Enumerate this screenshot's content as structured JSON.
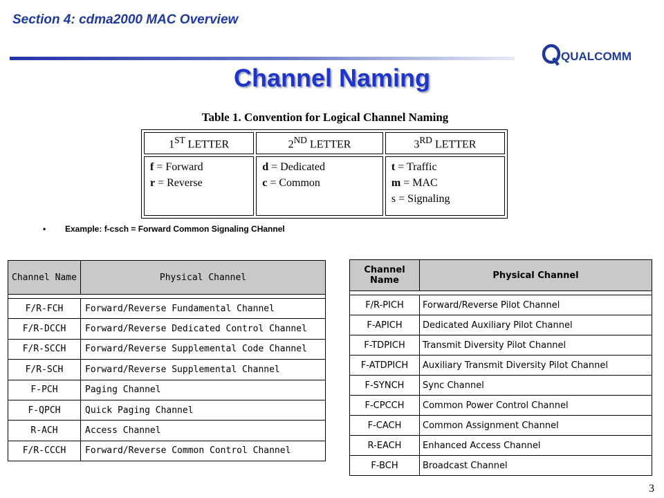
{
  "header": {
    "section_title": "Section 4: cdma2000 MAC Overview",
    "logo_text": "QUALCOMM",
    "brand_color": "#1f3a9a"
  },
  "title": "Channel Naming",
  "table1": {
    "caption": "Table 1.  Convention for Logical Channel Naming",
    "headers": [
      {
        "num": "1",
        "sup": "ST",
        "word": " LETTER"
      },
      {
        "num": "2",
        "sup": "ND",
        "word": " LETTER"
      },
      {
        "num": "3",
        "sup": "RD",
        "word": " LETTER"
      }
    ],
    "col1": [
      {
        "letter": "f",
        "text": " = Forward"
      },
      {
        "letter": "r",
        "text": " = Reverse"
      }
    ],
    "col2": [
      {
        "letter": "d",
        "text": " = Dedicated"
      },
      {
        "letter": "c",
        "text": " = Common"
      }
    ],
    "col3": [
      {
        "letter": "t",
        "text": " = Traffic"
      },
      {
        "letter": "m",
        "text": " = MAC"
      },
      {
        "letter": "s",
        "text": " = Signaling"
      }
    ]
  },
  "example": {
    "bullet": "•",
    "text": "Example: f-csch = Forward Common Signaling CHannel"
  },
  "left_table": {
    "header_name": "Channel Name",
    "header_physical": "Physical Channel",
    "rows": [
      {
        "name": "F/R-FCH",
        "physical": "Forward/Reverse Fundamental Channel"
      },
      {
        "name": "F/R-DCCH",
        "physical": "Forward/Reverse Dedicated Control Channel"
      },
      {
        "name": "F/R-SCCH",
        "physical": "Forward/Reverse Supplemental Code Channel"
      },
      {
        "name": "F/R-SCH",
        "physical": "Forward/Reverse Supplemental Channel"
      },
      {
        "name": "F-PCH",
        "physical": "Paging Channel"
      },
      {
        "name": "F-QPCH",
        "physical": "Quick Paging Channel"
      },
      {
        "name": "R-ACH",
        "physical": "Access Channel"
      },
      {
        "name": "F/R-CCCH",
        "physical": "Forward/Reverse Common Control Channel"
      }
    ]
  },
  "right_table": {
    "header_name": "Channel Name",
    "header_physical": "Physical Channel",
    "rows": [
      {
        "name": "F/R-PICH",
        "physical": "Forward/Reverse Pilot Channel"
      },
      {
        "name": "F-APICH",
        "physical": "Dedicated Auxiliary Pilot Channel"
      },
      {
        "name": "F-TDPICH",
        "physical": "Transmit Diversity Pilot Channel"
      },
      {
        "name": "F-ATDPICH",
        "physical": "Auxiliary Transmit Diversity Pilot Channel"
      },
      {
        "name": "F-SYNCH",
        "physical": "Sync Channel"
      },
      {
        "name": "F-CPCCH",
        "physical": "Common Power Control Channel"
      },
      {
        "name": "F-CACH",
        "physical": "Common Assignment Channel"
      },
      {
        "name": "R-EACH",
        "physical": "Enhanced Access Channel"
      },
      {
        "name": "F-BCH",
        "physical": "Broadcast Channel"
      }
    ]
  },
  "page_number": "3"
}
